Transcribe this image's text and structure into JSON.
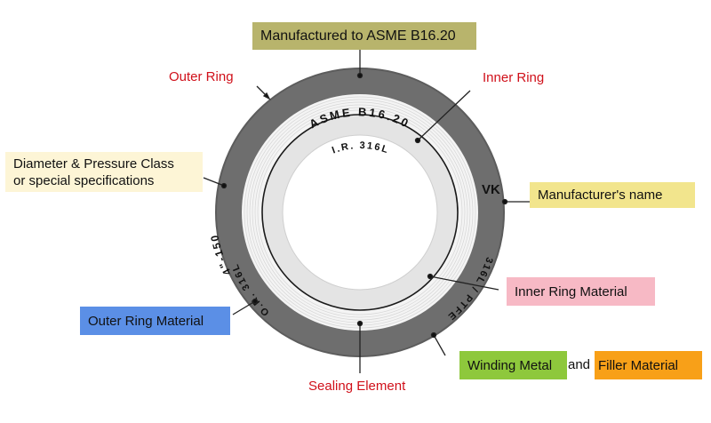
{
  "title": "Spiral wound gasket marking diagram",
  "callouts": {
    "manufactured_to": "Manufactured to ASME B16.20",
    "outer_ring": "Outer Ring",
    "inner_ring": "Inner Ring",
    "diameter_class_line1": "Diameter & Pressure Class",
    "diameter_class_line2": "or special specifications",
    "manufacturer_name": "Manufacturer's name",
    "inner_ring_material": "Inner Ring Material",
    "outer_ring_material": "Outer Ring Material",
    "winding_metal": "Winding Metal",
    "and": "and",
    "filler_material": "Filler Material",
    "sealing_element": "Sealing Element"
  },
  "ring_markings": {
    "standard": "ASME B16.20",
    "inner_ring_material": "I.R. 316L",
    "size_class": "4\"-150",
    "manufacturer": "VK",
    "outer_ring_material": "O.R. 316L",
    "winding_filler": "316L / PTFE"
  },
  "colors": {
    "manufactured_box": "#b8b46c",
    "diameter_box": "#fdf5d6",
    "manufacturer_box": "#f2e58d",
    "inner_material_box": "#f7b9c5",
    "outer_material_box": "#5b8fe6",
    "winding_box": "#8ec83c",
    "filler_box": "#f8a018",
    "outer_ring": "#6e6e6e",
    "sealing_element": "#f3f3f3",
    "inner_ring": "#e4e4e4",
    "label_red": "#d0101a"
  }
}
